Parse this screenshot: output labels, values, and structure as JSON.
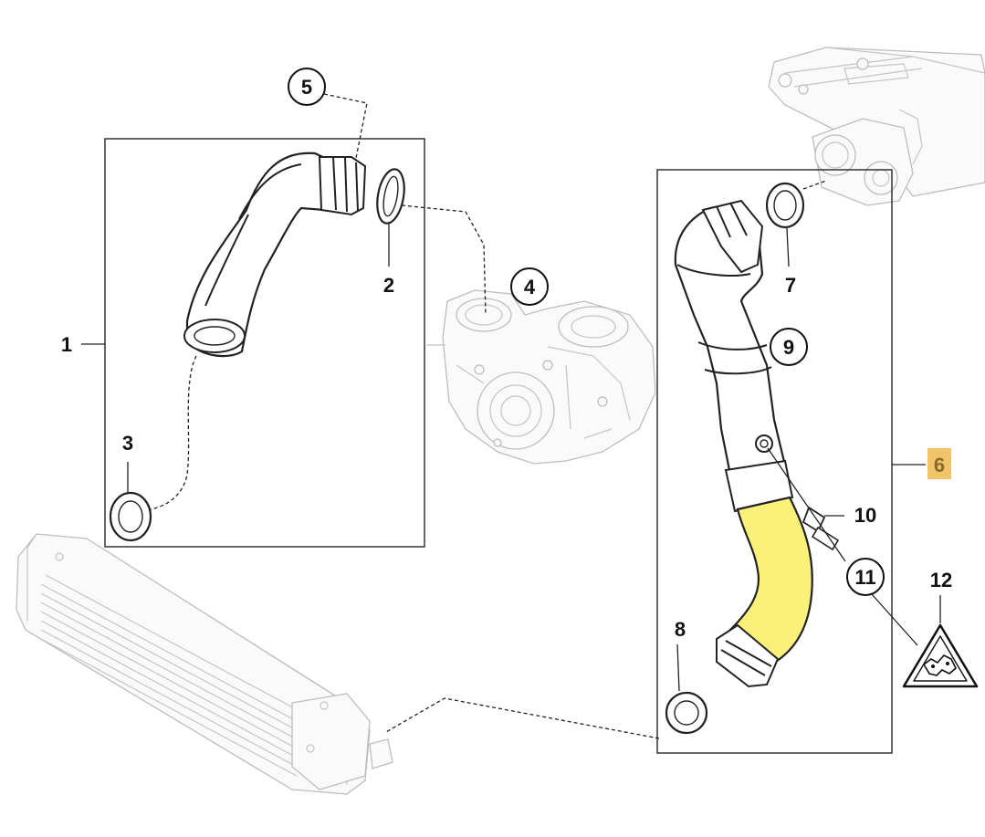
{
  "callouts": {
    "c1": "1",
    "c2": "2",
    "c3": "3",
    "c4": "4",
    "c5": "5",
    "c6": "6",
    "c7": "7",
    "c8": "8",
    "c9": "9",
    "c10": "10",
    "c11": "11",
    "c12": "12"
  },
  "colors": {
    "highlight_fill": "#faf07a",
    "selected_label_bg": "#f2c46a",
    "selected_label_text": "#8a6a2a",
    "line": "#222222",
    "ghost_line": "#bdbdbd"
  },
  "selected_part": "6",
  "icons": [
    "assembly-tool-warning-icon"
  ]
}
